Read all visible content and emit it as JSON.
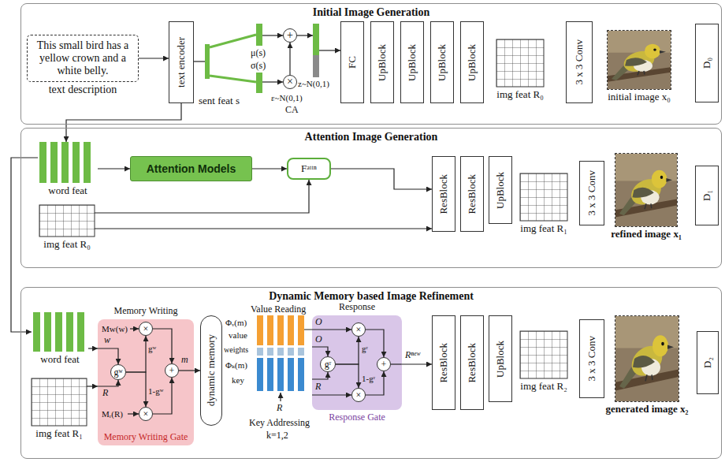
{
  "diagram": {
    "nodes": [
      {
        "text": [
          "Initial Image Generation"
        ]
      },
      {
        "text": [
          "This small bird has a yellow crown and a white belly.",
          "text description"
        ],
        "in": 0
      },
      {
        "text": [
          "text encoder"
        ],
        "in": 0
      },
      {
        "text": [
          "+"
        ],
        "in": 0
      },
      {
        "text": [
          "×"
        ],
        "in": 0
      },
      {
        "text": [
          "FC"
        ],
        "in": 0
      },
      {
        "text": [
          "UpBlock"
        ],
        "in": 0
      },
      {
        "text": [
          "UpBlock"
        ],
        "in": 0
      },
      {
        "text": [
          "UpBlock"
        ],
        "in": 0
      },
      {
        "text": [
          "UpBlock"
        ],
        "in": 0
      },
      {
        "text": [
          "img feat R₀"
        ],
        "in": 0
      },
      {
        "text": [
          "3 x 3 Conv"
        ],
        "in": 0
      },
      {
        "text": [
          "initial image x₀"
        ],
        "in": 0
      },
      {
        "text": [
          "D₀"
        ],
        "in": 0
      },
      {
        "text": [
          "Attention Image Generation"
        ]
      },
      {
        "text": [
          "word feat"
        ],
        "in": 14
      },
      {
        "text": [
          "Attention Models"
        ],
        "in": 14
      },
      {
        "text": [
          "Fᵃᵗᵗⁿ"
        ],
        "in": 14
      },
      {
        "text": [
          "img feat R₀"
        ],
        "in": 14
      },
      {
        "text": [
          "ResBlock"
        ],
        "in": 14
      },
      {
        "text": [
          "ResBlock"
        ],
        "in": 14
      },
      {
        "text": [
          "UpBlock"
        ],
        "in": 14
      },
      {
        "text": [
          "img feat R₁"
        ],
        "in": 14
      },
      {
        "text": [
          "3 x 3 Conv"
        ],
        "in": 14
      },
      {
        "text": [
          "refined image x₁"
        ],
        "in": 14
      },
      {
        "text": [
          "D₁"
        ],
        "in": 14
      },
      {
        "text": [
          "Dynamic Memory based Image Refinement"
        ]
      },
      {
        "text": [
          "word feat"
        ],
        "in": 26
      },
      {
        "text": [
          "img feat R₁"
        ],
        "in": 26
      },
      {
        "text": [
          "Memory Writing",
          "Memory Writing Gate"
        ],
        "in": 26
      },
      {
        "text": [
          "gʷ"
        ],
        "in": 29
      },
      {
        "text": [
          "×"
        ],
        "in": 29
      },
      {
        "text": [
          "+"
        ],
        "in": 29
      },
      {
        "text": [
          "×"
        ],
        "in": 29
      },
      {
        "text": [
          "dynamic memory"
        ],
        "in": 26
      },
      {
        "text": [
          "Response",
          "Response Gate"
        ],
        "in": 26
      },
      {
        "text": [
          "gʳ"
        ],
        "in": 35
      },
      {
        "text": [
          "×"
        ],
        "in": 35
      },
      {
        "text": [
          "+"
        ],
        "in": 35
      },
      {
        "text": [
          "×"
        ],
        "in": 35
      },
      {
        "text": [
          "ResBlock"
        ],
        "in": 26
      },
      {
        "text": [
          "ResBlock"
        ],
        "in": 26
      },
      {
        "text": [
          "UpBlock"
        ],
        "in": 26
      },
      {
        "text": [
          "img feat R₂"
        ],
        "in": 26
      },
      {
        "text": [
          "3 x 3 Conv"
        ],
        "in": 26
      },
      {
        "text": [
          "generated image x₂"
        ],
        "in": 26
      },
      {
        "text": [
          "D₂"
        ],
        "in": 26
      }
    ],
    "edges": [
      {
        "from": 1,
        "to": 2,
        "arrow": "to"
      },
      {
        "from": 2,
        "to": 15,
        "arrow": "to"
      },
      {
        "from": 4,
        "to": 3,
        "arrow": "to"
      },
      {
        "from": 15,
        "to": 16,
        "arrow": "to"
      },
      {
        "from": 16,
        "to": 17,
        "arrow": "to"
      },
      {
        "from": 17,
        "to": 19,
        "arrow": "to"
      },
      {
        "from": 18,
        "to": 17,
        "arrow": "to"
      },
      {
        "from": 18,
        "to": 19,
        "arrow": "to"
      },
      {
        "from": 15,
        "to": 27,
        "arrow": "to"
      },
      {
        "from": 27,
        "to": 29,
        "arrow": "to"
      },
      {
        "from": 28,
        "to": 29,
        "arrow": "to"
      },
      {
        "from": 30,
        "to": 31,
        "arrow": "to"
      },
      {
        "from": 30,
        "to": 33,
        "arrow": "to"
      },
      {
        "from": 31,
        "to": 32,
        "arrow": "to"
      },
      {
        "from": 33,
        "to": 32,
        "arrow": "to"
      },
      {
        "from": 29,
        "to": 34,
        "arrow": "to"
      },
      {
        "from": 36,
        "to": 37,
        "arrow": "to"
      },
      {
        "from": 36,
        "to": 39,
        "arrow": "to"
      },
      {
        "from": 37,
        "to": 38,
        "arrow": "to"
      },
      {
        "from": 39,
        "to": 38,
        "arrow": "to"
      },
      {
        "from": 35,
        "to": 40,
        "arrow": "to"
      }
    ],
    "labels": [
      "sent feat s",
      "μ(s)",
      "σ(s)",
      "z~N(0,1)",
      "ε~N(0,1)",
      "CA",
      "Mw(w)",
      "w",
      "R",
      "gʷ",
      "m",
      "Mᵣ(R)",
      "1-gʷ",
      "Value Reading",
      "Φᵥ(m)",
      "value",
      "weights",
      "Φₖ(m)",
      "key",
      "R",
      "Key Addressing",
      "k=1,2",
      "O",
      "O",
      "R",
      "gʳ",
      "1-gʳ",
      "Rⁿᵉʷ"
    ]
  }
}
